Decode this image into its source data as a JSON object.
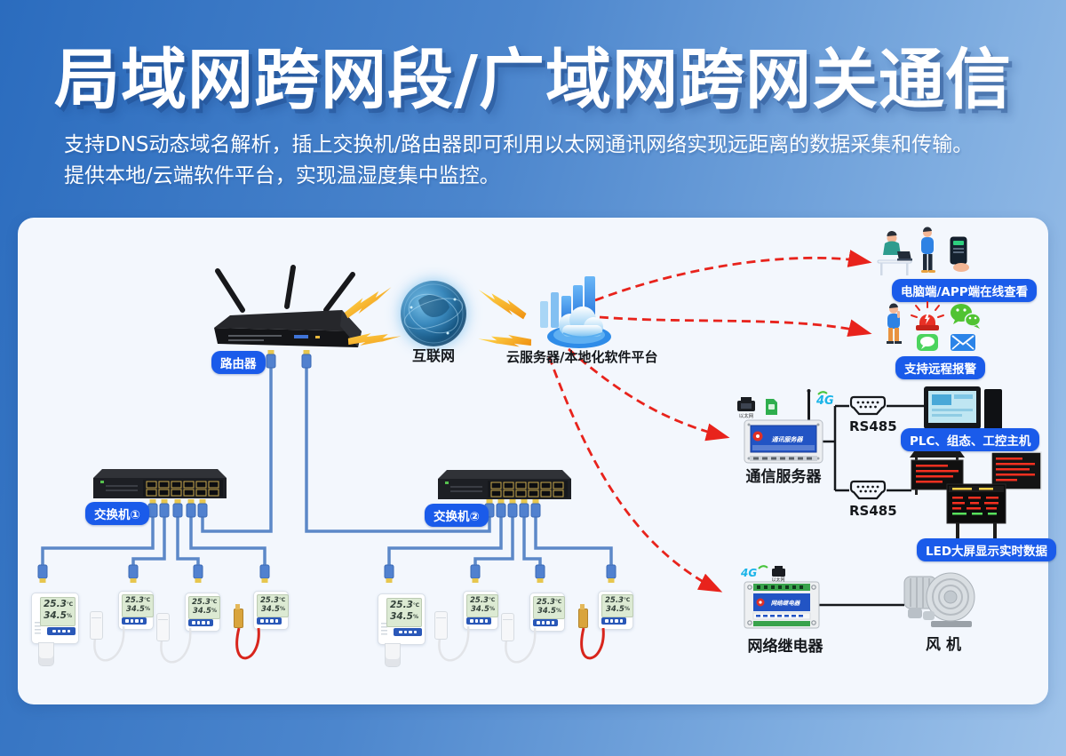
{
  "header": {
    "title": "局域网跨网段/广域网跨网关通信",
    "subtitle_line1": "支持DNS动态域名解析，插上交换机/路由器即可利用以太网通讯网络实现远距离的数据采集和传输。",
    "subtitle_line2": "提供本地/云端软件平台，实现温湿度集中监控。"
  },
  "diagram": {
    "router": {
      "label": "路由器"
    },
    "internet": {
      "label": "互联网"
    },
    "cloud": {
      "label": "云服务器/本地化软件平台"
    },
    "online_view": {
      "label": "电脑端/APP端在线查看"
    },
    "remote_alarm": {
      "label": "支持远程报警"
    },
    "comm_server": {
      "label": "通信服务器",
      "screen_text": "通讯服务器",
      "four_g": "4G",
      "ethernet_tag": "以太网"
    },
    "rs485": {
      "label": "RS485"
    },
    "plc": {
      "label": "PLC、组态、工控主机"
    },
    "led": {
      "label": "LED大屏显示实时数据"
    },
    "relay": {
      "label": "网络继电器",
      "screen_text": "网络继电器",
      "four_g": "4G",
      "ethernet_tag": "以太网"
    },
    "fan": {
      "label": "风 机"
    },
    "switch1": {
      "label": "交换机①"
    },
    "switch2": {
      "label": "交换机②"
    },
    "sensor": {
      "temp": "25.3",
      "temp_unit": "℃",
      "humi": "34.5",
      "humi_unit": "%"
    }
  },
  "colors": {
    "accent_pill_blue": "#1a5bea",
    "arrow_red": "#e8231c",
    "cable_blue": "#5c88c8",
    "bg_gradient_start": "#2b6cbe",
    "bg_gradient_end": "#9fc3ea",
    "panel_bg": "#f3f7fd"
  }
}
